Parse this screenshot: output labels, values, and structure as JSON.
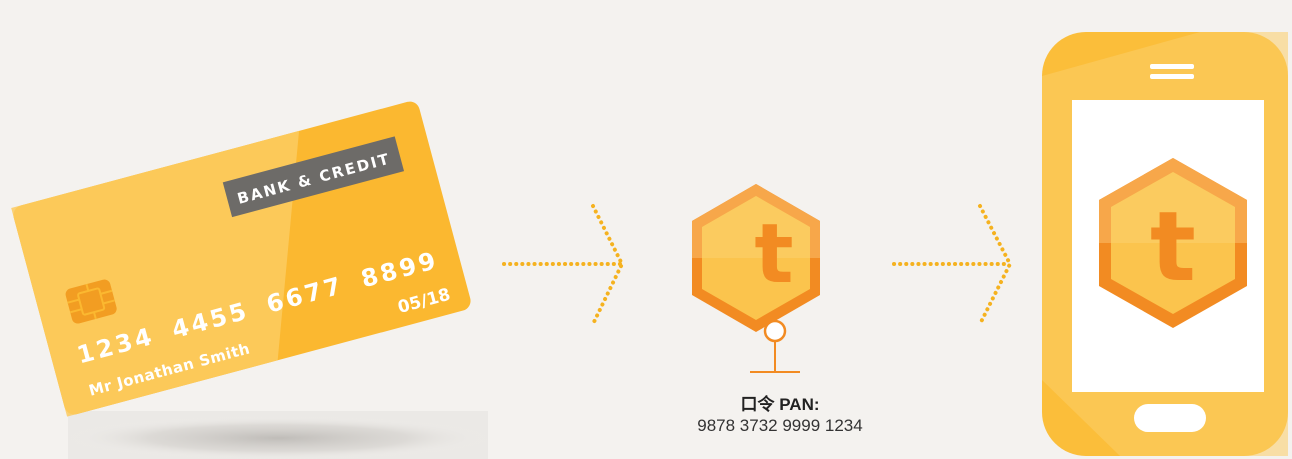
{
  "card": {
    "bank_label": "BANK & CREDIT",
    "number_groups": [
      "1234",
      "4455",
      "6677",
      "8899"
    ],
    "expiry": "05/18",
    "holder": "Mr Jonathan Smith"
  },
  "token": {
    "letter": "t",
    "label_prefix": "口令",
    "label_field": "PAN:",
    "value": "9878 3732 9999 1234"
  },
  "phone": {
    "token_letter": "t"
  },
  "colors": {
    "card_yellow": "#fbb830",
    "token_orange": "#f28b22",
    "token_light": "#f7a74a",
    "token_inner": "#fbc44d",
    "dotted_arrow": "#f5b21f",
    "phone_body": "#fbbe3a",
    "phone_screen": "#ffffff"
  }
}
